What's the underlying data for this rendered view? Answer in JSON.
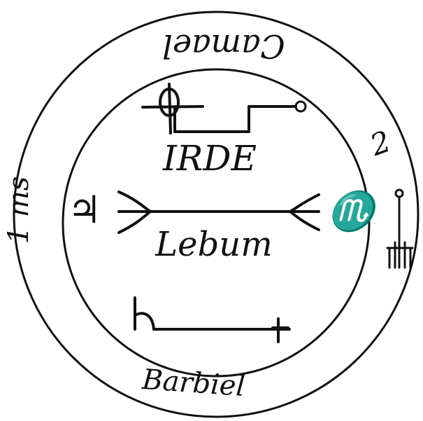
{
  "seal": {
    "outer_ring": {
      "top_text": "Camael",
      "right_text": "2",
      "left_text": "1 ms",
      "bottom_text": "Barbiel"
    },
    "inner": {
      "upper_word": "IRDE",
      "middle_word": "Lebum",
      "left_symbol": "♃",
      "right_symbol": "♏"
    }
  }
}
